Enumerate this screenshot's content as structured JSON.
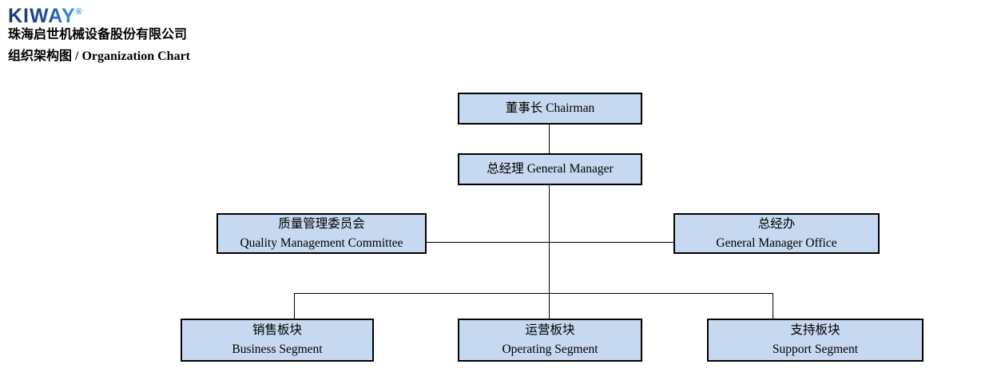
{
  "logo": {
    "text": "KIWAY",
    "registered_mark": "®"
  },
  "header": {
    "company_name": "珠海启世机械设备股份有限公司",
    "chart_title": "组织架构图 / Organization Chart"
  },
  "colors": {
    "box_fill": "#c6d9f0",
    "box_border": "#000000",
    "connector_line": "#000000",
    "logo_dark_blue": "#16386f",
    "logo_light_blue": "#3e9ad9",
    "text": "#000000",
    "background": "#ffffff"
  },
  "org": {
    "chairman": {
      "zh": "董事长",
      "en": "Chairman"
    },
    "general_manager": {
      "zh": "总经理",
      "en": "General Manager"
    },
    "quality_committee": {
      "zh": "质量管理委员会",
      "en": "Quality Management Committee"
    },
    "gm_office": {
      "zh": "总经办",
      "en": "General Manager Office"
    },
    "business_segment": {
      "zh": "销售板块",
      "en": "Business Segment"
    },
    "operating_segment": {
      "zh": "运营板块",
      "en": "Operating Segment"
    },
    "support_segment": {
      "zh": "支持板块",
      "en": "Support Segment"
    }
  },
  "structure": [
    {
      "from": "chairman",
      "to": "general_manager"
    },
    {
      "from": "general_manager",
      "to": "quality_committee"
    },
    {
      "from": "general_manager",
      "to": "gm_office"
    },
    {
      "from": "general_manager",
      "to": "business_segment"
    },
    {
      "from": "general_manager",
      "to": "operating_segment"
    },
    {
      "from": "general_manager",
      "to": "support_segment"
    }
  ]
}
